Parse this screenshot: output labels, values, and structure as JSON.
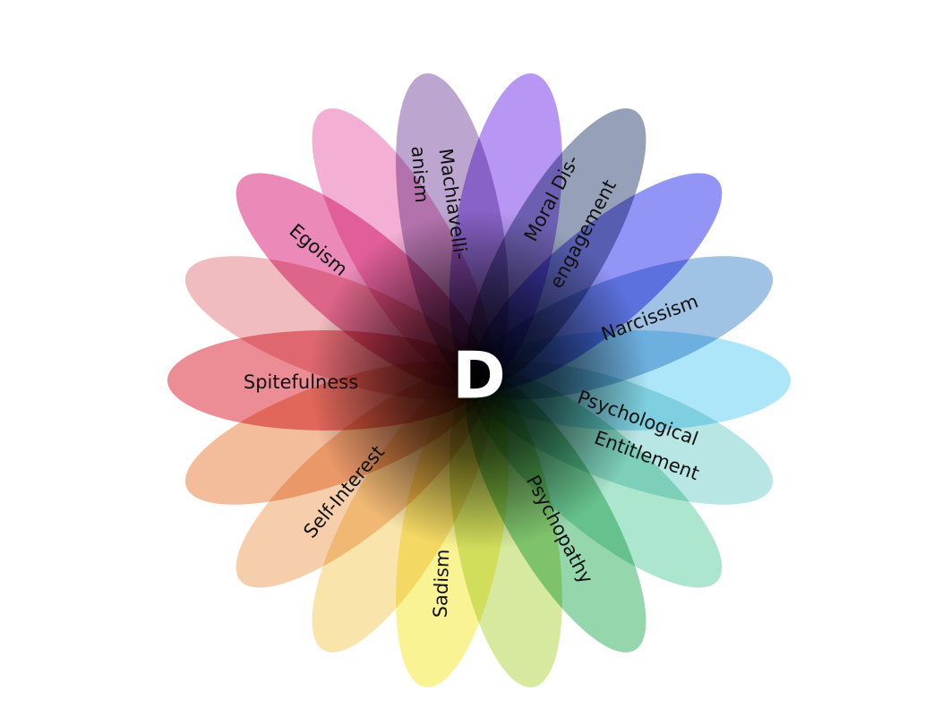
{
  "center_label": "D",
  "petal_colors": [
    "#9d6ff0",
    "#6e7d9e",
    "#6a6cf2",
    "#7aaadb",
    "#8fdcf6",
    "#9ddcdb",
    "#8edcbc",
    "#6ec68c",
    "#c6e078",
    "#f6ee6a",
    "#f7da8a",
    "#f2bb8a",
    "#eea274",
    "#e4606c",
    "#eca2a8",
    "#e35c9c",
    "#ee90c4",
    "#a284bc"
  ],
  "traits": {
    "machiavellianism_1": "Machiavelli-",
    "machiavellianism_2": "anism",
    "moral_1": "Moral Dis-",
    "moral_2": "engagement",
    "narcissism": "Narcissism",
    "entitlement_1": "Psychological",
    "entitlement_2": "Entitlement",
    "psychopathy": "Psychopathy",
    "sadism": "Sadism",
    "self_interest": "Self-Interest",
    "spitefulness": "Spitefulness",
    "egoism": "Egoism"
  }
}
